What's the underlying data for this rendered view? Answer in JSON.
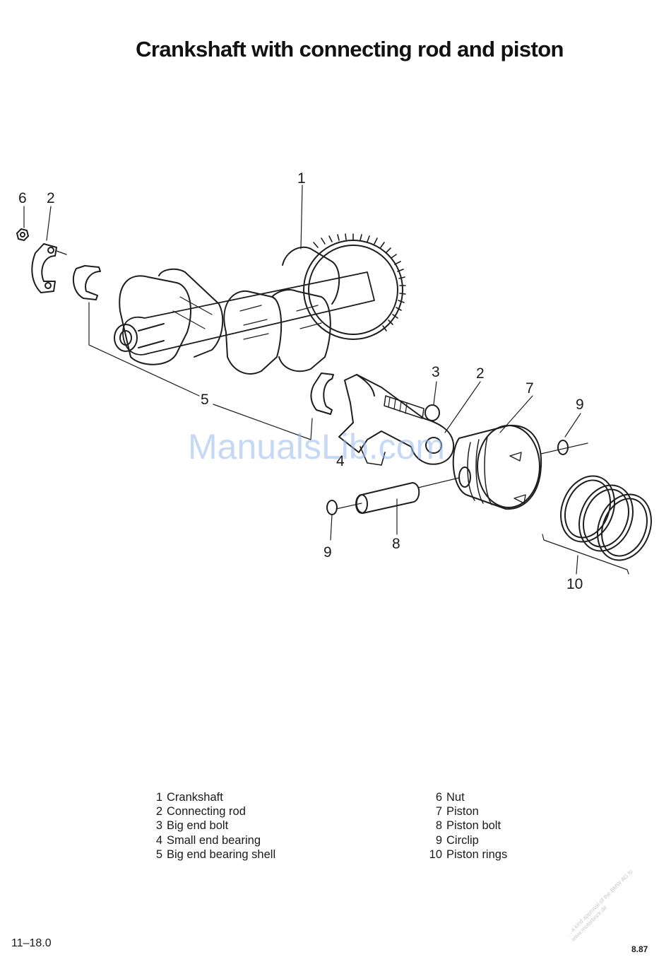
{
  "page": {
    "title": "Crankshaft with connecting rod and piston",
    "page_number": "11–18.0",
    "date_code": "8.87"
  },
  "watermark": "ManualsLib.com",
  "stamp": {
    "line1": "... a kind approval of the BMW AG fo",
    "line2": "www.motorbrick.de"
  },
  "callouts": {
    "c1": "1",
    "c2a": "2",
    "c2b": "2",
    "c3": "3",
    "c4": "4",
    "c5": "5",
    "c6": "6",
    "c7": "7",
    "c8": "8",
    "c9a": "9",
    "c9b": "9",
    "c10": "10"
  },
  "legend": {
    "left": [
      {
        "num": "1",
        "label": "Crankshaft"
      },
      {
        "num": "2",
        "label": "Connecting rod"
      },
      {
        "num": "3",
        "label": "Big end bolt"
      },
      {
        "num": "4",
        "label": "Small end bearing"
      },
      {
        "num": "5",
        "label": "Big end bearing shell"
      }
    ],
    "right": [
      {
        "num": "6",
        "label": "Nut"
      },
      {
        "num": "7",
        "label": "Piston"
      },
      {
        "num": "8",
        "label": "Piston bolt"
      },
      {
        "num": "9",
        "label": "Circlip"
      },
      {
        "num": "10",
        "label": "Piston rings"
      }
    ]
  }
}
